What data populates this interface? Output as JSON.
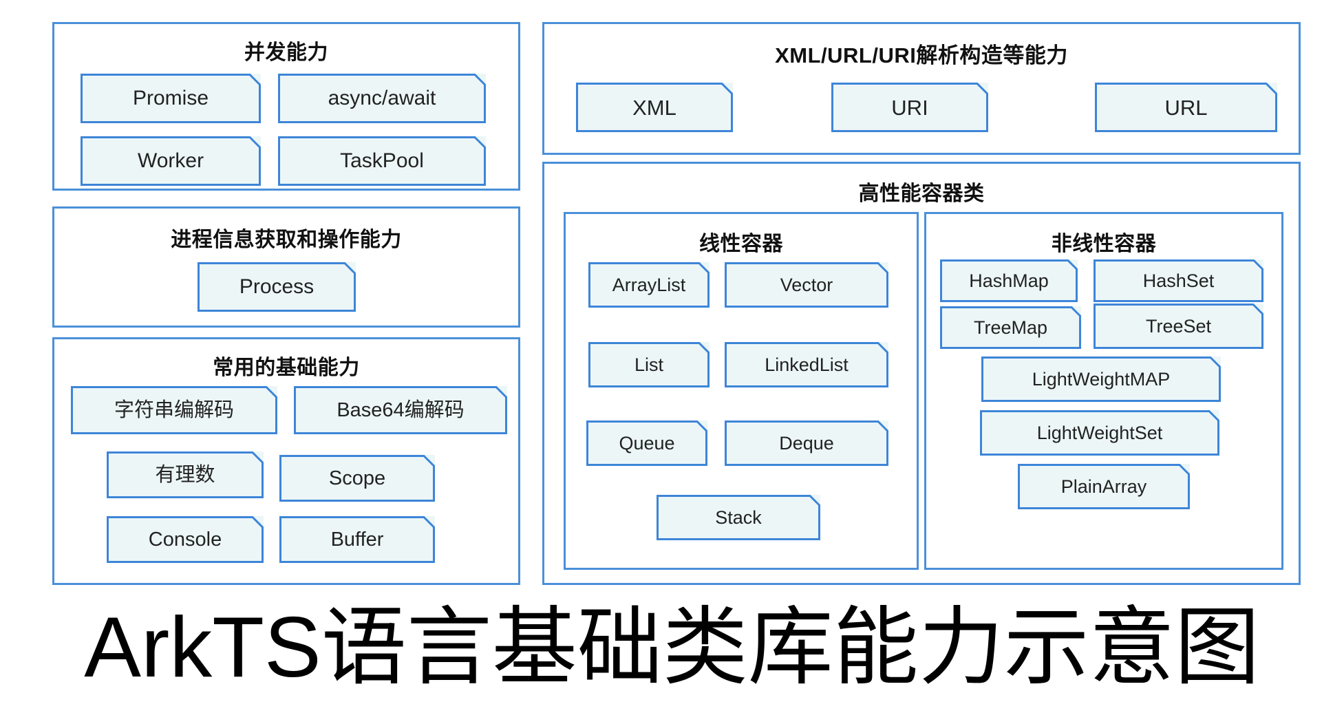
{
  "caption": "ArkTS语言基础类库能力示意图",
  "theme": {
    "border_color": "#4a90d9",
    "note_fill": "#ecf6f7",
    "note_border": "#3d85d8",
    "panel_bg": "#ffffff",
    "text_color": "#222222",
    "title_color": "#111111"
  },
  "groups": [
    {
      "id": "concurrency",
      "title": "并发能力",
      "items": [
        {
          "label": "Promise"
        },
        {
          "label": "async/await"
        },
        {
          "label": "Worker"
        },
        {
          "label": "TaskPool"
        }
      ]
    },
    {
      "id": "process",
      "title": "进程信息获取和操作能力",
      "items": [
        {
          "label": "Process"
        }
      ]
    },
    {
      "id": "common-basics",
      "title": "常用的基础能力",
      "items": [
        {
          "label": "字符串编解码"
        },
        {
          "label": "Base64编解码"
        },
        {
          "label": "有理数"
        },
        {
          "label": "Scope"
        },
        {
          "label": "Console"
        },
        {
          "label": "Buffer"
        }
      ]
    },
    {
      "id": "parsing",
      "title": "XML/URL/URI解析构造等能力",
      "items": [
        {
          "label": "XML"
        },
        {
          "label": "URI"
        },
        {
          "label": "URL"
        }
      ]
    },
    {
      "id": "containers",
      "title": "高性能容器类",
      "subgroups": [
        {
          "id": "linear-containers",
          "title": "线性容器",
          "items": [
            {
              "label": "ArrayList"
            },
            {
              "label": "Vector"
            },
            {
              "label": "List"
            },
            {
              "label": "LinkedList"
            },
            {
              "label": "Queue"
            },
            {
              "label": "Deque"
            },
            {
              "label": "Stack"
            }
          ]
        },
        {
          "id": "nonlinear-containers",
          "title": "非线性容器",
          "items": [
            {
              "label": "HashMap"
            },
            {
              "label": "HashSet"
            },
            {
              "label": "TreeMap"
            },
            {
              "label": "TreeSet"
            },
            {
              "label": "LightWeightMAP"
            },
            {
              "label": "LightWeightSet"
            },
            {
              "label": "PlainArray"
            }
          ]
        }
      ]
    }
  ]
}
